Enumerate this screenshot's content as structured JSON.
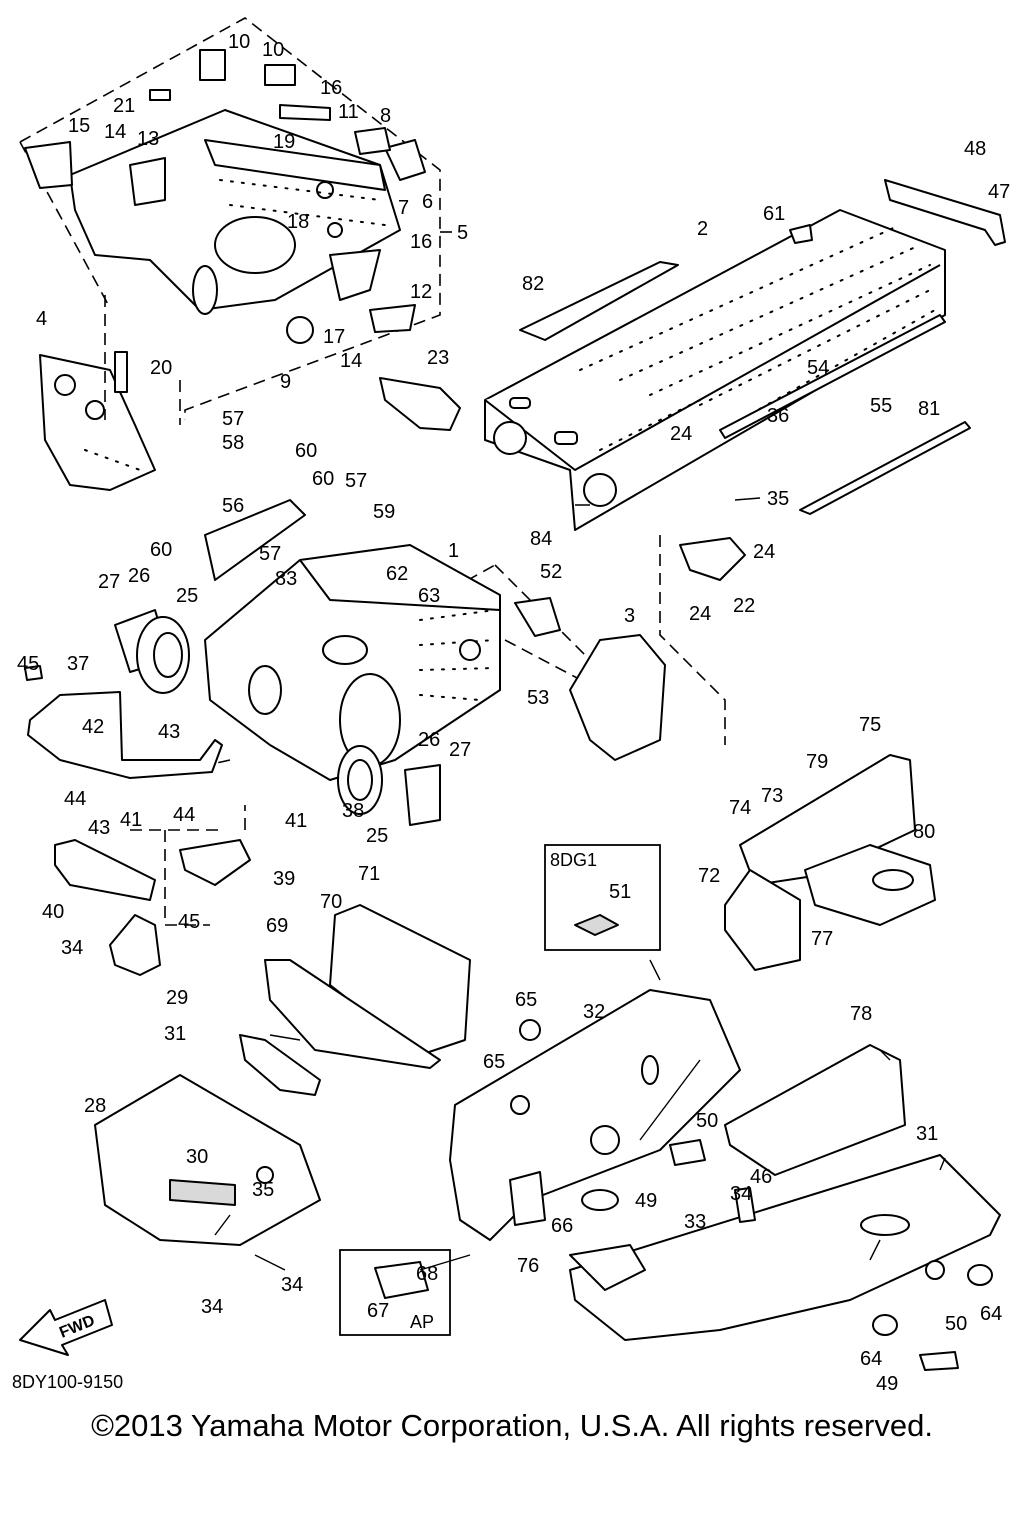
{
  "diagram_code": "8DY100-9150",
  "copyright": "©2013 Yamaha Motor Corporation, U.S.A. All rights reserved.",
  "direction_label": "FWD",
  "box_labels": {
    "model_box": "8DG1",
    "variant_box": "AP"
  },
  "callouts": [
    "10",
    "10",
    "21",
    "16",
    "15",
    "14",
    "13",
    "11",
    "8",
    "19",
    "6",
    "7",
    "16",
    "5",
    "18",
    "17",
    "12",
    "4",
    "20",
    "14",
    "9",
    "23",
    "48",
    "47",
    "61",
    "2",
    "82",
    "54",
    "36",
    "55",
    "81",
    "24",
    "35",
    "57",
    "58",
    "60",
    "60",
    "57",
    "59",
    "56",
    "57",
    "60",
    "84",
    "1",
    "62",
    "63",
    "83",
    "27",
    "26",
    "25",
    "45",
    "37",
    "52",
    "3",
    "24",
    "22",
    "24",
    "53",
    "42",
    "43",
    "44",
    "44",
    "38",
    "26",
    "27",
    "25",
    "75",
    "79",
    "73",
    "74",
    "80",
    "43",
    "41",
    "41",
    "39",
    "40",
    "45",
    "72",
    "77",
    "8DG1",
    "51",
    "71",
    "70",
    "69",
    "34",
    "29",
    "31",
    "65",
    "32",
    "78",
    "65",
    "50",
    "28",
    "30",
    "46",
    "31",
    "35",
    "49",
    "34",
    "33",
    "66",
    "68",
    "76",
    "64",
    "34",
    "34",
    "67",
    "AP",
    "50",
    "64",
    "49"
  ]
}
